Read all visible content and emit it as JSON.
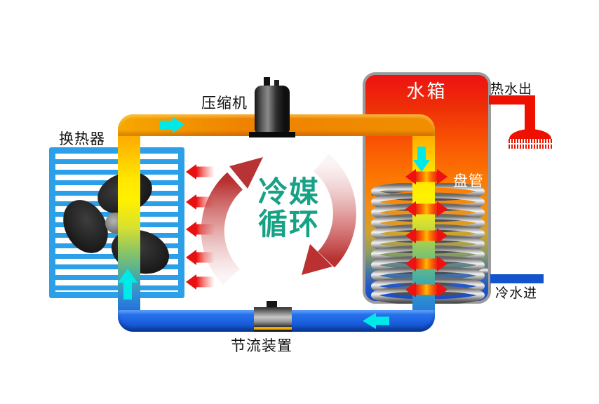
{
  "diagram": {
    "labels": {
      "heat_exchanger": "换热器",
      "compressor": "压缩机",
      "water_tank": "水箱",
      "hot_water_out": "热水出",
      "coil": "盘管",
      "cold_water_in": "冷水进",
      "throttling_device": "节流装置",
      "refrigerant_cycle_line1": "冷媒",
      "refrigerant_cycle_line2": "循环"
    },
    "colors": {
      "hot_pipe_orange": "#f08600",
      "cold_pipe_blue": "#1b5fd8",
      "refrigerant_text_teal": "#17a286",
      "cycle_arrow_red": "#c03030",
      "heat_arrow_red": "#ee1111",
      "flow_arrow_cyan": "#00e9e9",
      "tank_top_red": "#ed1212",
      "tank_bottom_blue": "#1a4cc0",
      "exchanger_blue": "#2b9fe8",
      "shower_red": "#ee1100"
    }
  }
}
